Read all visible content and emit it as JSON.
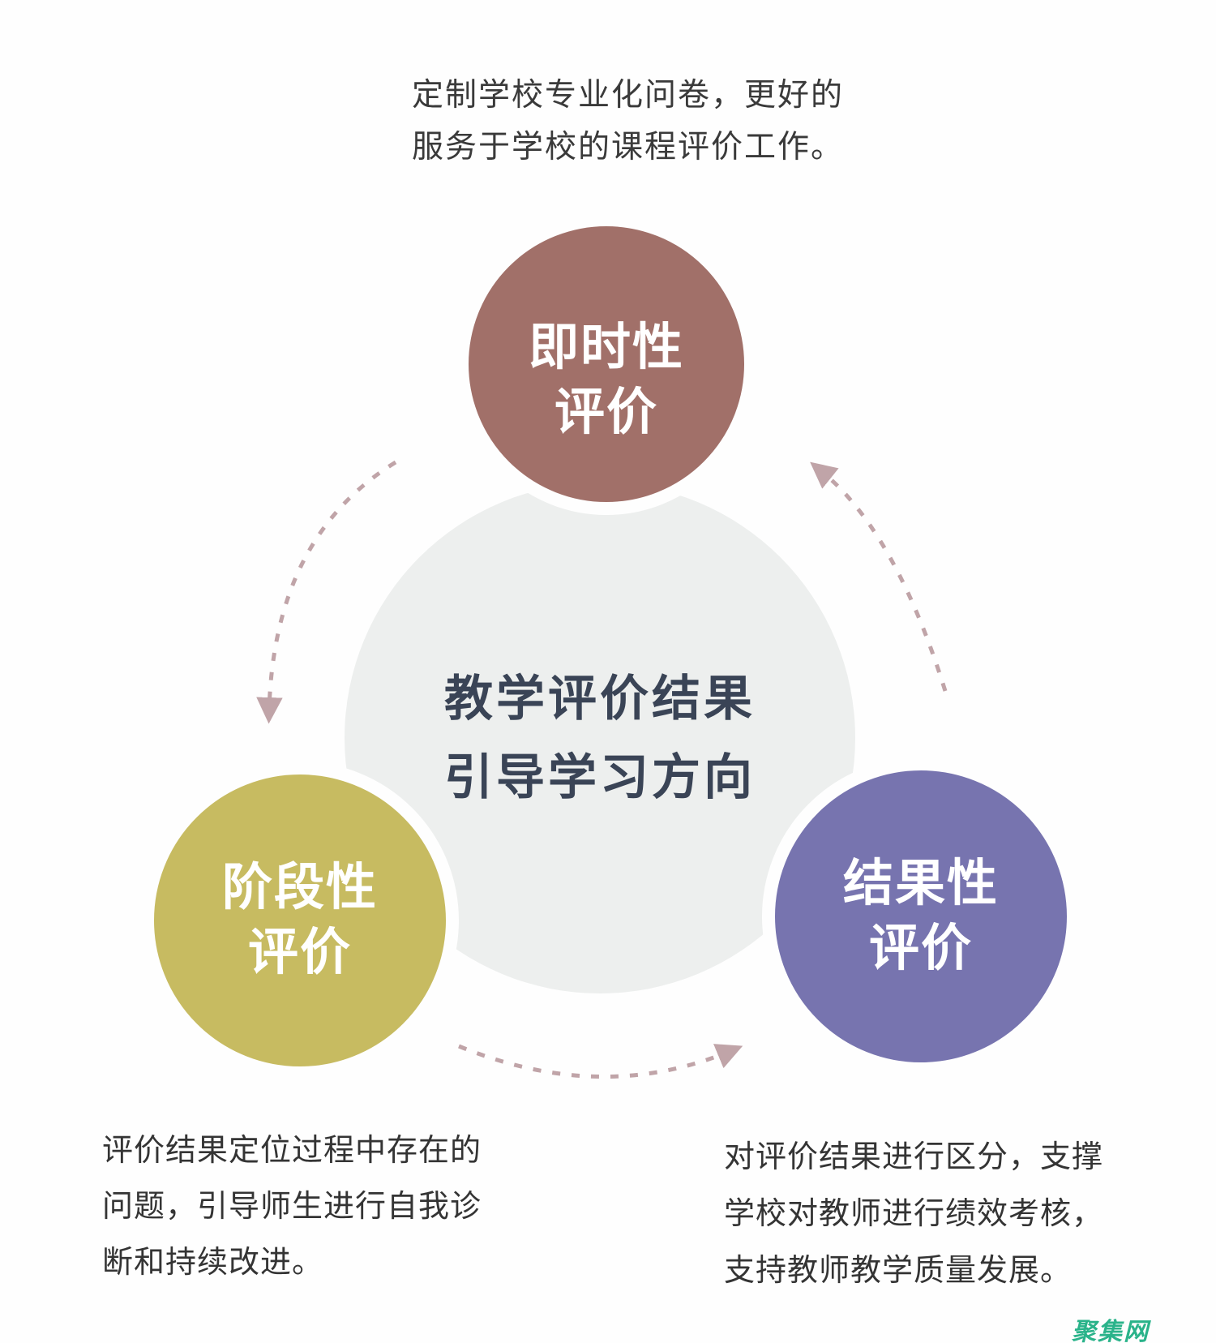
{
  "intro": {
    "line1": "定制学校专业化问卷，更好的",
    "line2": "服务于学校的课程评价工作。"
  },
  "center_circle": {
    "line1": "教学评价结果",
    "line2": "引导学习方向"
  },
  "circles": {
    "immediate": {
      "line1": "即时性",
      "line2": "评价",
      "color": "#a17069"
    },
    "staged": {
      "line1": "阶段性",
      "line2": "评价",
      "color": "#c7bb61"
    },
    "outcome": {
      "line1": "结果性",
      "line2": "评价",
      "color": "#7774af"
    }
  },
  "notes": {
    "staged_note": {
      "line1": "评价结果定位过程中存在的",
      "line2": "问题，引导师生进行自我诊",
      "line3": "断和持续改进。"
    },
    "outcome_note": {
      "line1": "对评价结果进行区分，支撑",
      "line2": "学校对教师进行绩效考核，",
      "line3": "支持教师教学质量发展。"
    }
  },
  "watermark": {
    "text": "聚集网",
    "color": "#2ab38a"
  },
  "colors": {
    "center_fill": "#edefee",
    "center_text": "#3a4456",
    "body_text": "#3a3a3a",
    "arrow": "#c0a4a8"
  }
}
